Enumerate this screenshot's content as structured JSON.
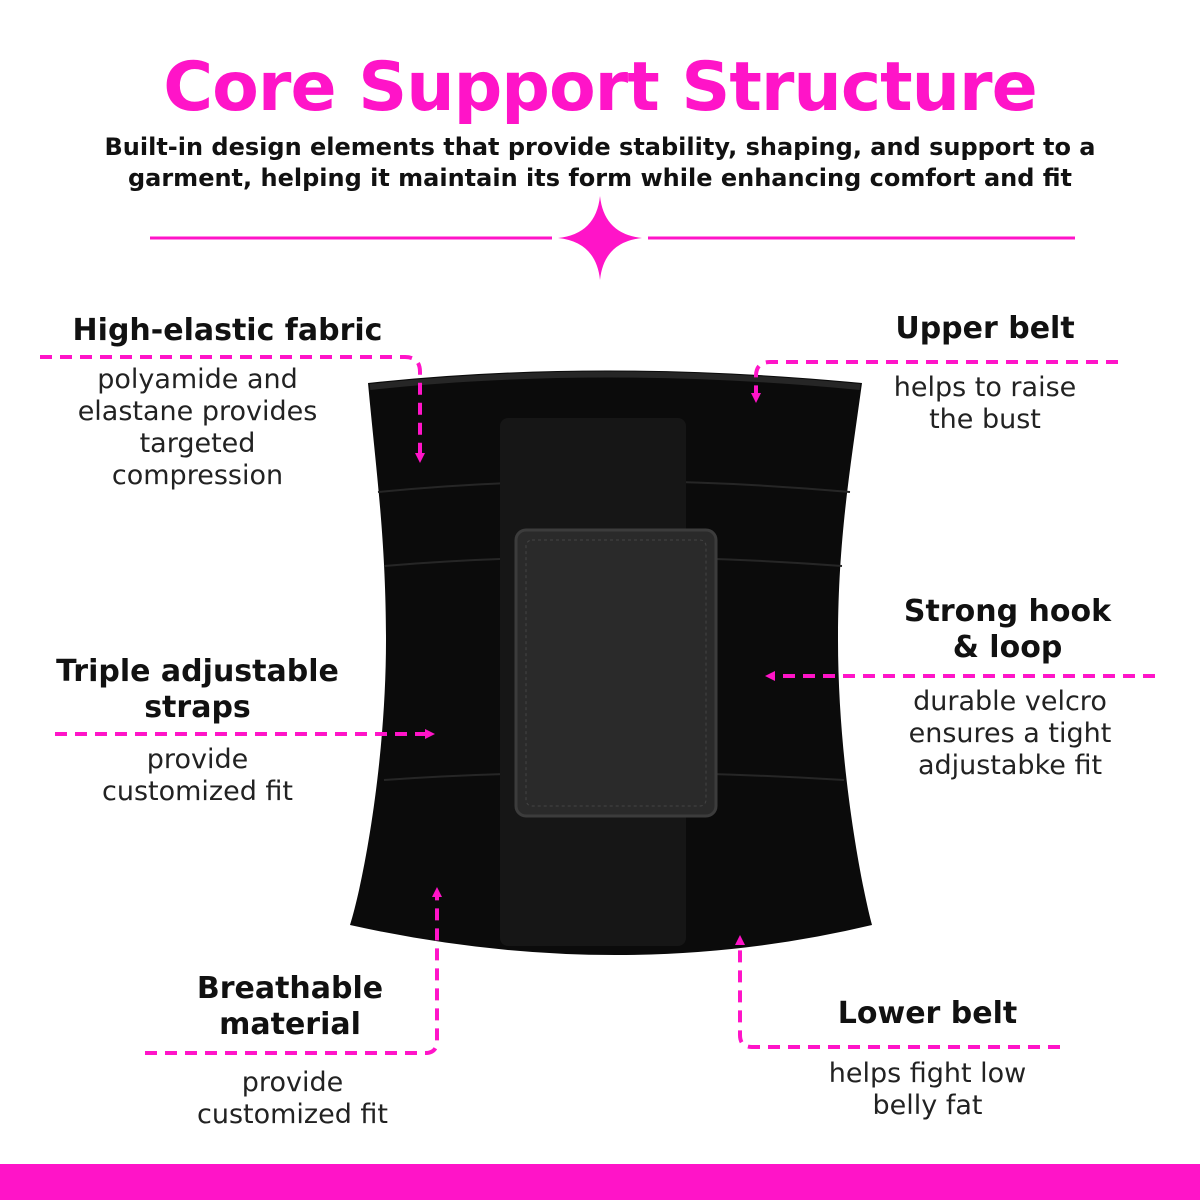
{
  "header": {
    "title": "Core Support Structure",
    "subtitle_line1": "Built-in design elements that provide stability, shaping, and support to a",
    "subtitle_line2": "garment, helping it maintain its form while enhancing comfort and fit"
  },
  "features": {
    "fabric": {
      "title": "High-elastic fabric",
      "desc": [
        "polyamide and",
        "elastane provides",
        "targeted",
        "compression"
      ]
    },
    "upper": {
      "title": "Upper belt",
      "desc": [
        "helps to raise",
        "the bust"
      ]
    },
    "hook": {
      "title": [
        "Strong hook",
        "& loop"
      ],
      "desc": [
        "durable velcro",
        "ensures a tight",
        "adjustabke fit"
      ]
    },
    "straps": {
      "title": [
        "Triple adjustable",
        "straps"
      ],
      "desc": [
        "provide",
        "customized fit"
      ]
    },
    "breathable": {
      "title": [
        "Breathable",
        "material"
      ],
      "desc": [
        "provide",
        "customized fit"
      ]
    },
    "lower": {
      "title": "Lower belt",
      "desc": [
        "helps fight low",
        "belly fat"
      ]
    }
  },
  "colors": {
    "accent": "#ff14c8",
    "garment": "#0b0b0b",
    "panel": "#2a2a2a",
    "text": "#111111"
  },
  "icons": {
    "divider": "four-point-star-icon"
  }
}
